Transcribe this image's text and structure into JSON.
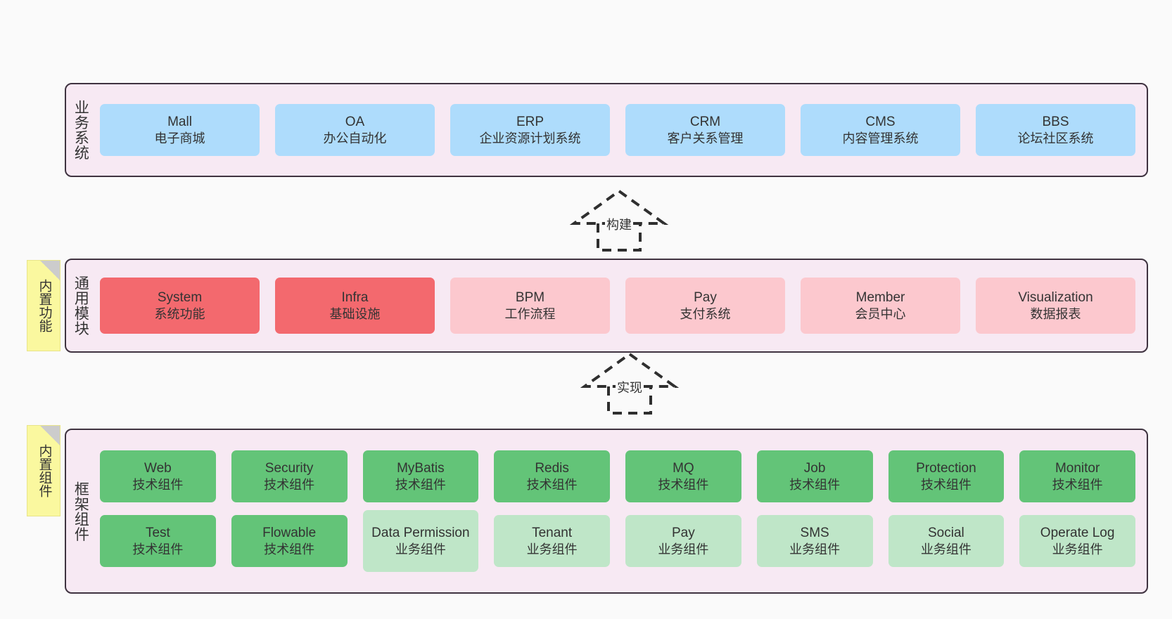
{
  "diagram": {
    "background_color": "#fafafa",
    "panel_color": "#f7e9f3",
    "panel_border_color": "#3f3340",
    "note_color": "#faf89f"
  },
  "layers": [
    {
      "id": "business-systems",
      "title": "业务系统",
      "note": null,
      "rows": [
        {
          "nodes": [
            {
              "title": "Mall",
              "sub": "电子商城",
              "color": "#aedcfc",
              "style": "blue"
            },
            {
              "title": "OA",
              "sub": "办公自动化",
              "color": "#aedcfc",
              "style": "blue"
            },
            {
              "title": "ERP",
              "sub": "企业资源计划系统",
              "color": "#aedcfc",
              "style": "blue"
            },
            {
              "title": "CRM",
              "sub": "客户关系管理",
              "color": "#aedcfc",
              "style": "blue"
            },
            {
              "title": "CMS",
              "sub": "内容管理系统",
              "color": "#aedcfc",
              "style": "blue"
            },
            {
              "title": "BBS",
              "sub": "论坛社区系统",
              "color": "#aedcfc",
              "style": "blue"
            }
          ]
        }
      ]
    },
    {
      "id": "common-modules",
      "title": "通用模块",
      "note": "内置功能",
      "rows": [
        {
          "nodes": [
            {
              "title": "System",
              "sub": "系统功能",
              "color": "#f3696e",
              "style": "red"
            },
            {
              "title": "Infra",
              "sub": "基础设施",
              "color": "#f3696e",
              "style": "red"
            },
            {
              "title": "BPM",
              "sub": "工作流程",
              "color": "#fcc8ce",
              "style": "pink"
            },
            {
              "title": "Pay",
              "sub": "支付系统",
              "color": "#fcc8ce",
              "style": "pink"
            },
            {
              "title": "Member",
              "sub": "会员中心",
              "color": "#fcc8ce",
              "style": "pink"
            },
            {
              "title": "Visualization",
              "sub": "数据报表",
              "color": "#fcc8ce",
              "style": "pink"
            }
          ]
        }
      ]
    },
    {
      "id": "framework-components",
      "title": "框架组件",
      "note": "内置组件",
      "rows": [
        {
          "nodes": [
            {
              "title": "Web",
              "sub": "技术组件",
              "color": "#63c478",
              "style": "green"
            },
            {
              "title": "Security",
              "sub": "技术组件",
              "color": "#63c478",
              "style": "green"
            },
            {
              "title": "MyBatis",
              "sub": "技术组件",
              "color": "#63c478",
              "style": "green"
            },
            {
              "title": "Redis",
              "sub": "技术组件",
              "color": "#63c478",
              "style": "green"
            },
            {
              "title": "MQ",
              "sub": "技术组件",
              "color": "#63c478",
              "style": "green"
            },
            {
              "title": "Job",
              "sub": "技术组件",
              "color": "#63c478",
              "style": "green"
            },
            {
              "title": "Protection",
              "sub": "技术组件",
              "color": "#63c478",
              "style": "green"
            },
            {
              "title": "Monitor",
              "sub": "技术组件",
              "color": "#63c478",
              "style": "green"
            }
          ]
        },
        {
          "nodes": [
            {
              "title": "Test",
              "sub": "技术组件",
              "color": "#63c478",
              "style": "green"
            },
            {
              "title": "Flowable",
              "sub": "技术组件",
              "color": "#63c478",
              "style": "green"
            },
            {
              "title": "Data Permission",
              "sub": "业务组件",
              "color": "#bfe6c8",
              "style": "lightgreen"
            },
            {
              "title": "Tenant",
              "sub": "业务组件",
              "color": "#bfe6c8",
              "style": "lightgreen"
            },
            {
              "title": "Pay",
              "sub": "业务组件",
              "color": "#bfe6c8",
              "style": "lightgreen"
            },
            {
              "title": "SMS",
              "sub": "业务组件",
              "color": "#bfe6c8",
              "style": "lightgreen"
            },
            {
              "title": "Social",
              "sub": "业务组件",
              "color": "#bfe6c8",
              "style": "lightgreen"
            },
            {
              "title": "Operate Log",
              "sub": "业务组件",
              "color": "#bfe6c8",
              "style": "lightgreen"
            }
          ]
        }
      ]
    }
  ],
  "connectors": [
    {
      "id": "connector-build",
      "label": "构建"
    },
    {
      "id": "connector-implement",
      "label": "实现"
    }
  ]
}
